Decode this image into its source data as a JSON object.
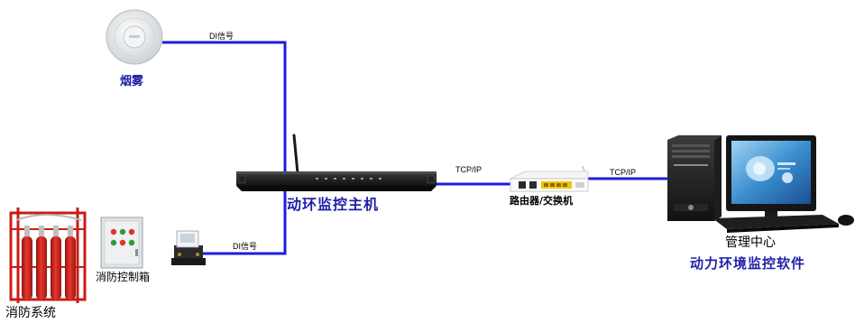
{
  "diagram": {
    "nodes": {
      "smoke": {
        "label": "烟雾",
        "icon": "smoke-detector-icon"
      },
      "host": {
        "label": "动环监控主机",
        "icon": "rack-monitoring-host-icon"
      },
      "router": {
        "label": "路由器/交换机",
        "icon": "router-icon"
      },
      "management": {
        "label": "管理中心",
        "software": "动力环境监控软件",
        "icon": "desktop-computer-icon"
      },
      "control_box": {
        "label": "消防控制箱",
        "icon": "control-cabinet-icon"
      },
      "relay": {
        "icon": "relay-icon"
      },
      "fire_system": {
        "label": "消防系统",
        "icon": "fire-suppression-cylinders-icon"
      }
    },
    "links": {
      "smoke_host": {
        "label": "DI信号"
      },
      "relay_host": {
        "label": "DI信号"
      },
      "host_router": {
        "label": "TCP/IP"
      },
      "router_management": {
        "label": "TCP/IP"
      }
    },
    "colors": {
      "link": "#1c1ce0",
      "label_blue": "#1f1fa8",
      "fire_red": "#d9251c"
    }
  }
}
